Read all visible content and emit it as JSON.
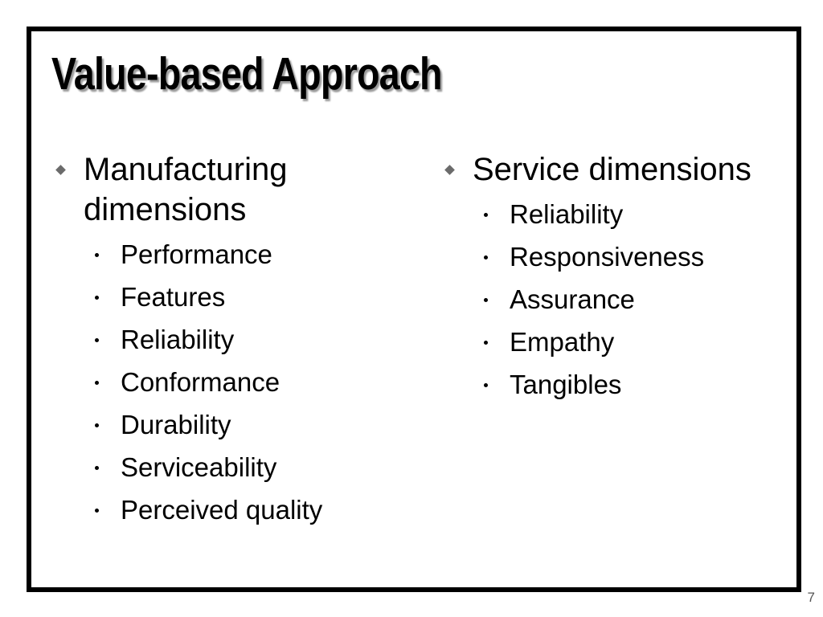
{
  "slide": {
    "title": "Value-based Approach",
    "number": "7"
  },
  "columns": [
    {
      "heading_line1": "Manufacturing",
      "heading_line2": "dimensions",
      "items": [
        "Performance",
        "Features",
        "Reliability",
        "Conformance",
        "Durability",
        "Serviceability",
        "Perceived quality"
      ]
    },
    {
      "heading_line1": "Service dimensions",
      "items": [
        "Reliability",
        "Responsiveness",
        "Assurance",
        "Empathy",
        "Tangibles"
      ]
    }
  ],
  "colors": {
    "border": "#000000",
    "title_shadow": "#9a9a9a",
    "bullet_diamond": "#6b6b6b"
  },
  "icons": {
    "level1_bullet": "diamond-bullet-icon",
    "level2_bullet": "dot-bullet-icon"
  }
}
